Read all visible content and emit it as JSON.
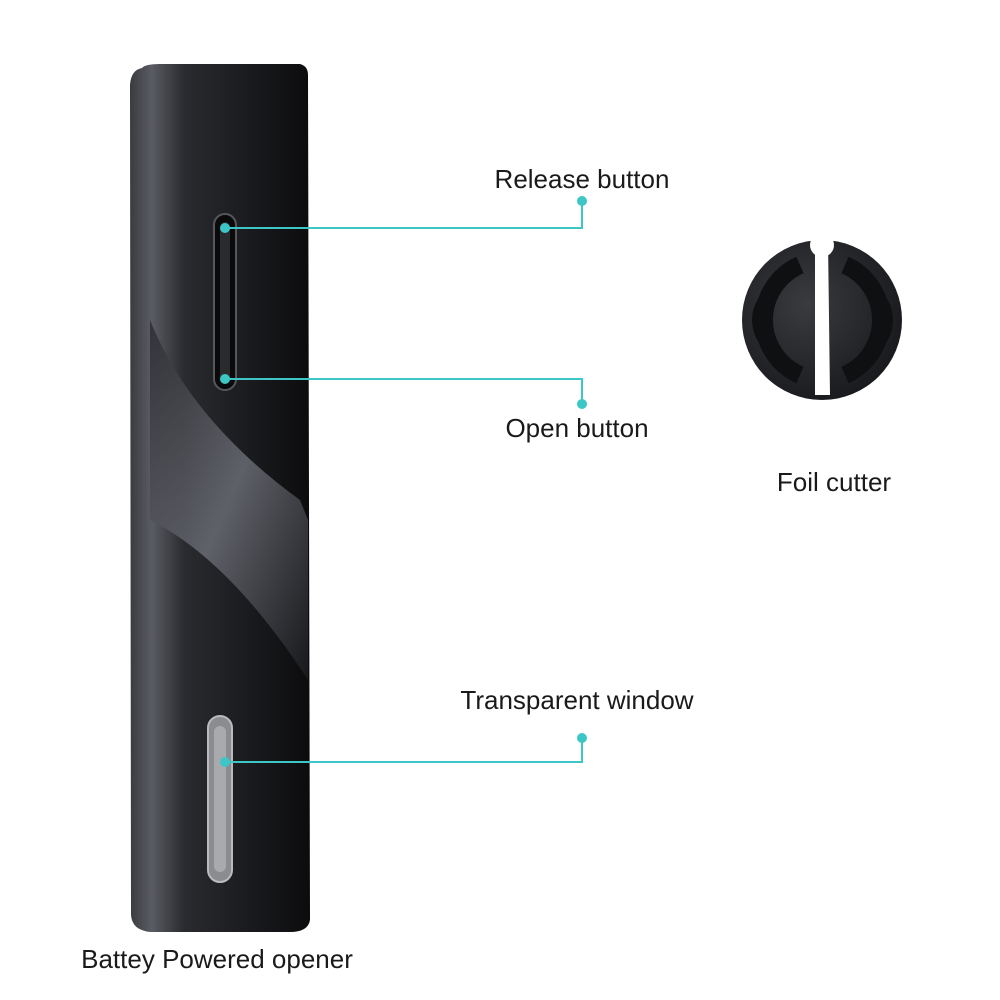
{
  "labels": {
    "release_button": "Release button",
    "open_button": "Open button",
    "transparent_window": "Transparent window",
    "foil_cutter": "Foil cutter",
    "product": "Battey Powered opener"
  },
  "colors": {
    "callout": "#3cc6c6",
    "body": "#1c1d20",
    "text": "#1a1a1a"
  }
}
